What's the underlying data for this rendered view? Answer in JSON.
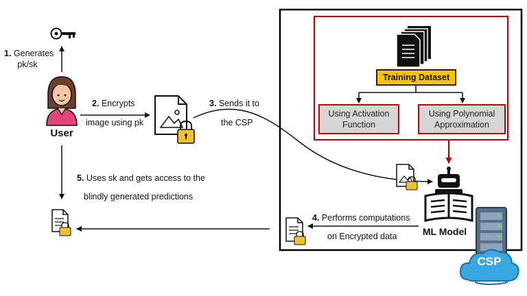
{
  "step1": {
    "num": "1.",
    "line1": "Generates",
    "line2": "pk/sk"
  },
  "user_label": "User",
  "step2": {
    "num": "2.",
    "line1": "Encrypts",
    "line2": "image using pk"
  },
  "step3": {
    "num": "3.",
    "line1": "Sends it to",
    "line2": "the CSP"
  },
  "step4": {
    "num": "4.",
    "line1": "Performs computations",
    "line2": "on Encrypted data"
  },
  "step5": {
    "num": "5.",
    "line1": "Uses sk and gets access to the",
    "line2": "blindly generated predictions"
  },
  "training_dataset": "Training Dataset",
  "option_activation": {
    "line1": "Using Activation",
    "line2": "Function"
  },
  "option_polynomial": {
    "line1": "Using Polynomial",
    "line2": "Approximation"
  },
  "ml_model_label": "ML Model",
  "csp_label": "CSP",
  "colors": {
    "csp_border": "#000000",
    "training_border": "#c00000",
    "dataset_fill": "#f7c500",
    "option_fill": "#d6d6d6",
    "cloud": "#3aa8e0",
    "lock": "#f2c12e",
    "user_shirt": "#e0457b"
  }
}
